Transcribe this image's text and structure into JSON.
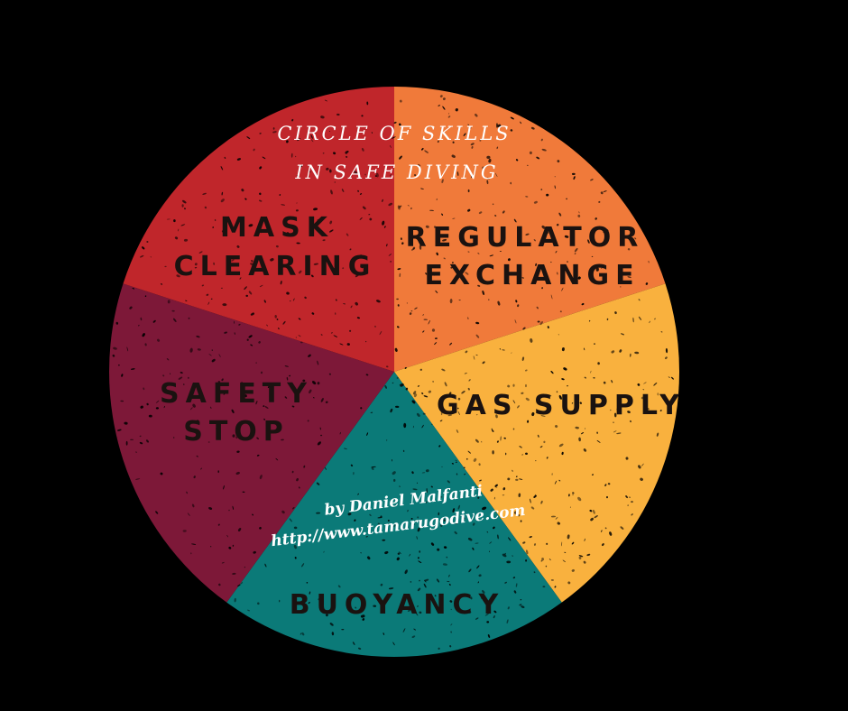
{
  "title": {
    "line1": "CIRCLE OF SKILLS",
    "line2": "IN SAFE DIVING"
  },
  "segments": [
    {
      "id": "regulator-exchange",
      "lines": [
        "REGULATOR",
        "EXCHANGE"
      ],
      "color": "#f07a3a"
    },
    {
      "id": "gas-supply",
      "lines": [
        "GAS SUPPLY"
      ],
      "color": "#f9b13e"
    },
    {
      "id": "buoyancy",
      "lines": [
        "BUOYANCY"
      ],
      "color": "#0b7a78"
    },
    {
      "id": "safety-stop",
      "lines": [
        "SAFETY",
        "STOP"
      ],
      "color": "#7d1838"
    },
    {
      "id": "mask-clearing",
      "lines": [
        "MASK",
        "CLEARING"
      ],
      "color": "#c0262b"
    }
  ],
  "credit": {
    "author": "by Daniel Malfanti",
    "url": "http://www.tamarugodive.com"
  },
  "background_color": "#000000"
}
